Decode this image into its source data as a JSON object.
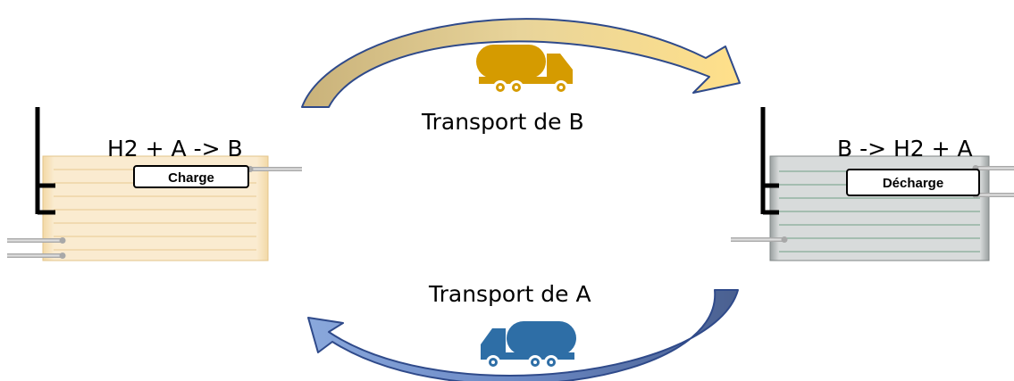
{
  "top_transport": {
    "label": "Transport de B",
    "truck_color": "#D59B00"
  },
  "bottom_transport": {
    "label": "Transport de A",
    "truck_color": "#2E6EA6"
  },
  "left_reactor": {
    "equation": "H2 + A -> B",
    "box_label": "Charge",
    "color": "#F8E8C8"
  },
  "right_reactor": {
    "equation": "B -> H2 + A",
    "box_label": "Décharge",
    "color": "#D8DBDB"
  },
  "arrow_colors": {
    "top_start": "#C9B27A",
    "top_end": "#FFE08A",
    "bottom_start": "#8AA8DC",
    "bottom_end": "#4A6090",
    "outline": "#2F4A8A"
  }
}
